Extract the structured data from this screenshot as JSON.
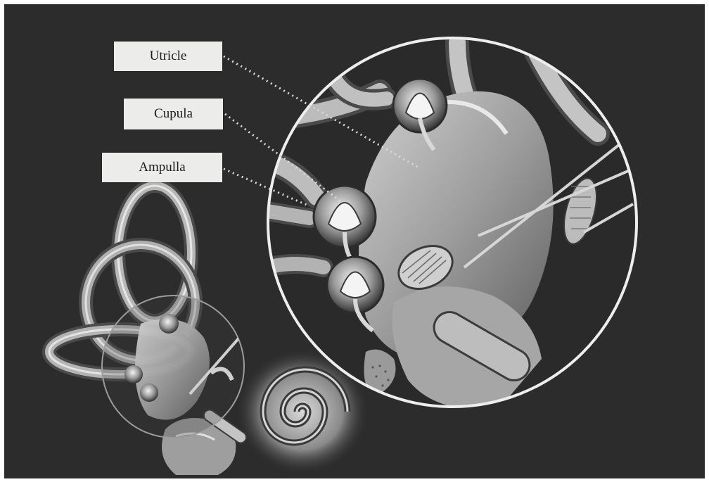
{
  "labels": {
    "utricle": "Utricle",
    "cupula": "Cupula",
    "ampulla": "Ampulla"
  },
  "colors": {
    "background": "#2c2c2c",
    "label_background": "#ececea",
    "illustration": "#bdbdbd"
  }
}
